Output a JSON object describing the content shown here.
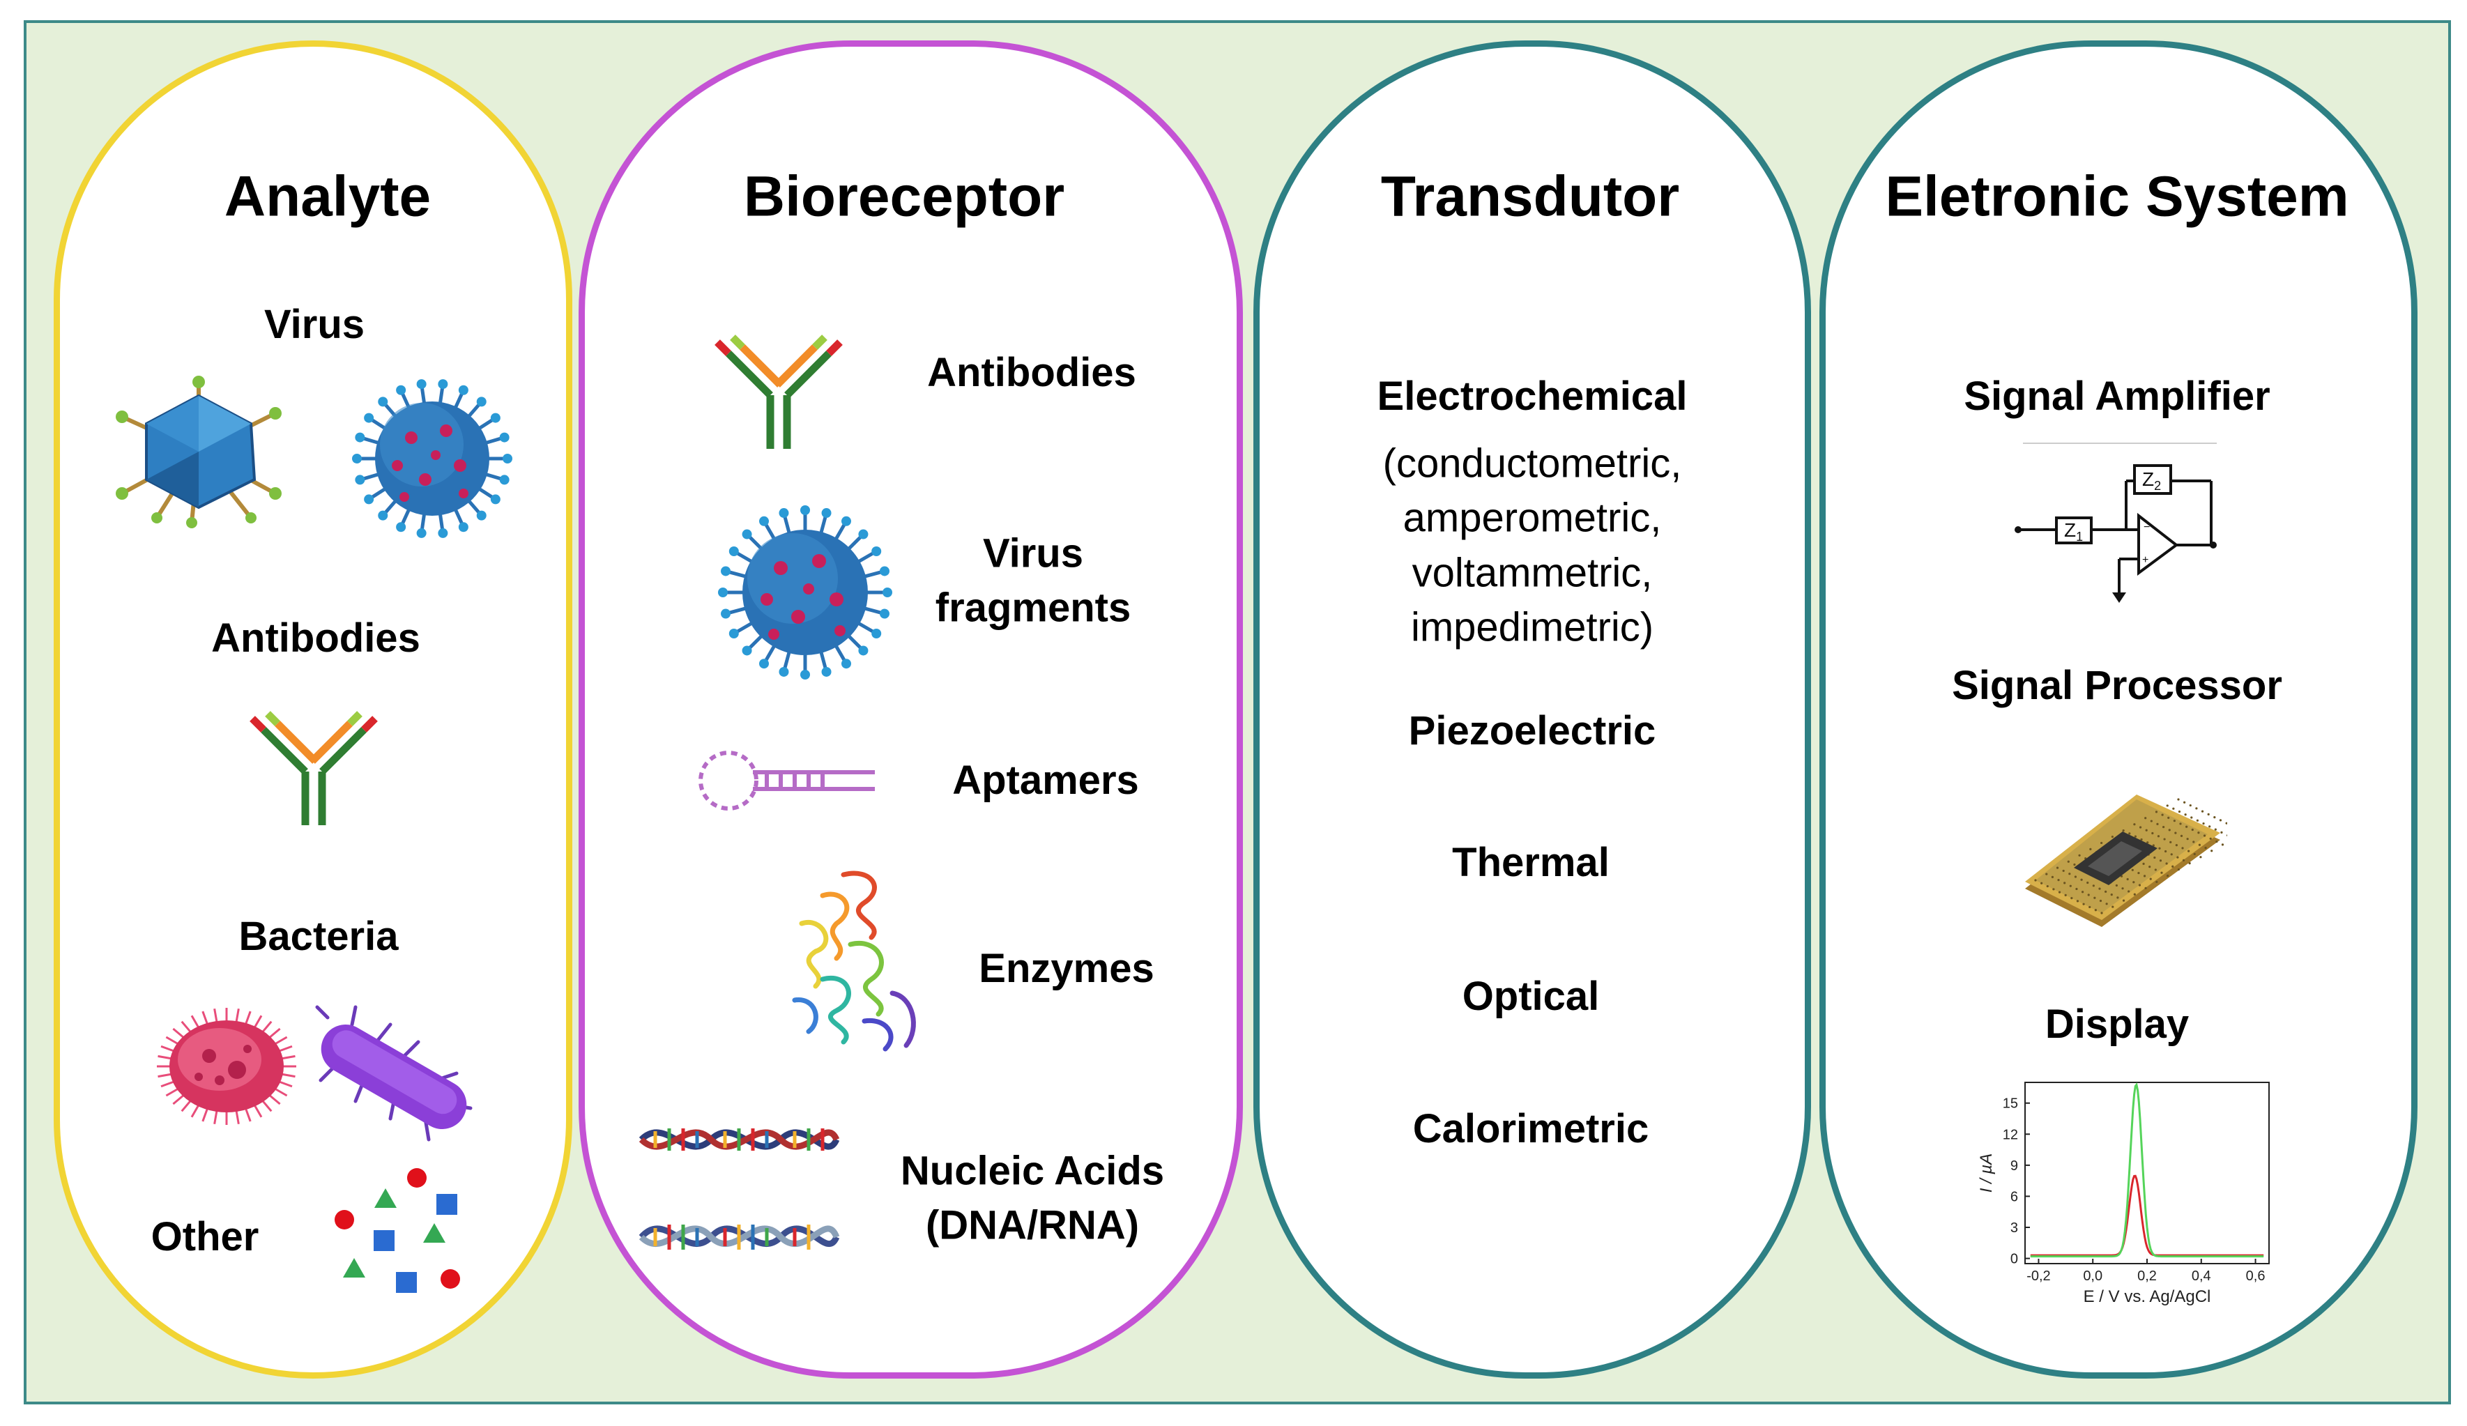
{
  "analyte": {
    "title": "Analyte",
    "virus_label": "Virus",
    "antibodies_label": "Antibodies",
    "bacteria_label": "Bacteria",
    "other_label": "Other"
  },
  "bioreceptor": {
    "title": "Bioreceptor",
    "antibodies_label": "Antibodies",
    "virus_fragments_label": "Virus\nfragments",
    "aptamers_label": "Aptamers",
    "enzymes_label": "Enzymes",
    "nucleic_acids_label": "Nucleic Acids\n(DNA/RNA)"
  },
  "transdutor": {
    "title": "Transdutor",
    "electrochemical_label": "Electrochemical",
    "electrochemical_types": "(conductometric,\namperometric,\nvoltammetric,\nimpedimetric)",
    "piezoelectric_label": "Piezoelectric",
    "thermal_label": "Thermal",
    "optical_label": "Optical",
    "calorimetric_label": "Calorimetric"
  },
  "electronic_system": {
    "title": "Eletronic System",
    "amplifier_label": "Signal Amplifier",
    "processor_label": "Signal Processor",
    "display_label": "Display",
    "amplifier_z1": "Z1",
    "amplifier_z2": "Z2",
    "display_plot": {
      "ylabel": "I / µA",
      "xlabel": "E / V vs. Ag/AgCl",
      "yticks": [
        "0",
        "3",
        "6",
        "9",
        "12",
        "15"
      ],
      "xticks": [
        "-0,2",
        "0,0",
        "0,2",
        "0,4",
        "0,6"
      ]
    }
  },
  "colors": {
    "background": "#e5f0d9",
    "analyte_border": "#f1d434",
    "bioreceptor_border": "#c453d4",
    "transdutor_border": "#2e8084",
    "electronic_border": "#2e8084",
    "antibody_green": "#2f7d32",
    "antibody_orange": "#f28c28",
    "antibody_red": "#d9262c",
    "virus_blue": "#2a72b5",
    "virus_red": "#c8205a",
    "aptamer_purple": "#b56bc6",
    "curve_green": "#55d45a",
    "curve_red": "#d9262c"
  },
  "icons": [
    "icosahedral-virus-icon",
    "corona-virus-icon",
    "antibody-icon",
    "round-bacterium-icon",
    "rod-bacterium-icon",
    "molecule-shapes-icon",
    "aptamer-icon",
    "enzyme-protein-icon",
    "dna-helix-icon",
    "op-amp-circuit-icon",
    "cpu-chip-icon",
    "voltammogram-plot"
  ]
}
